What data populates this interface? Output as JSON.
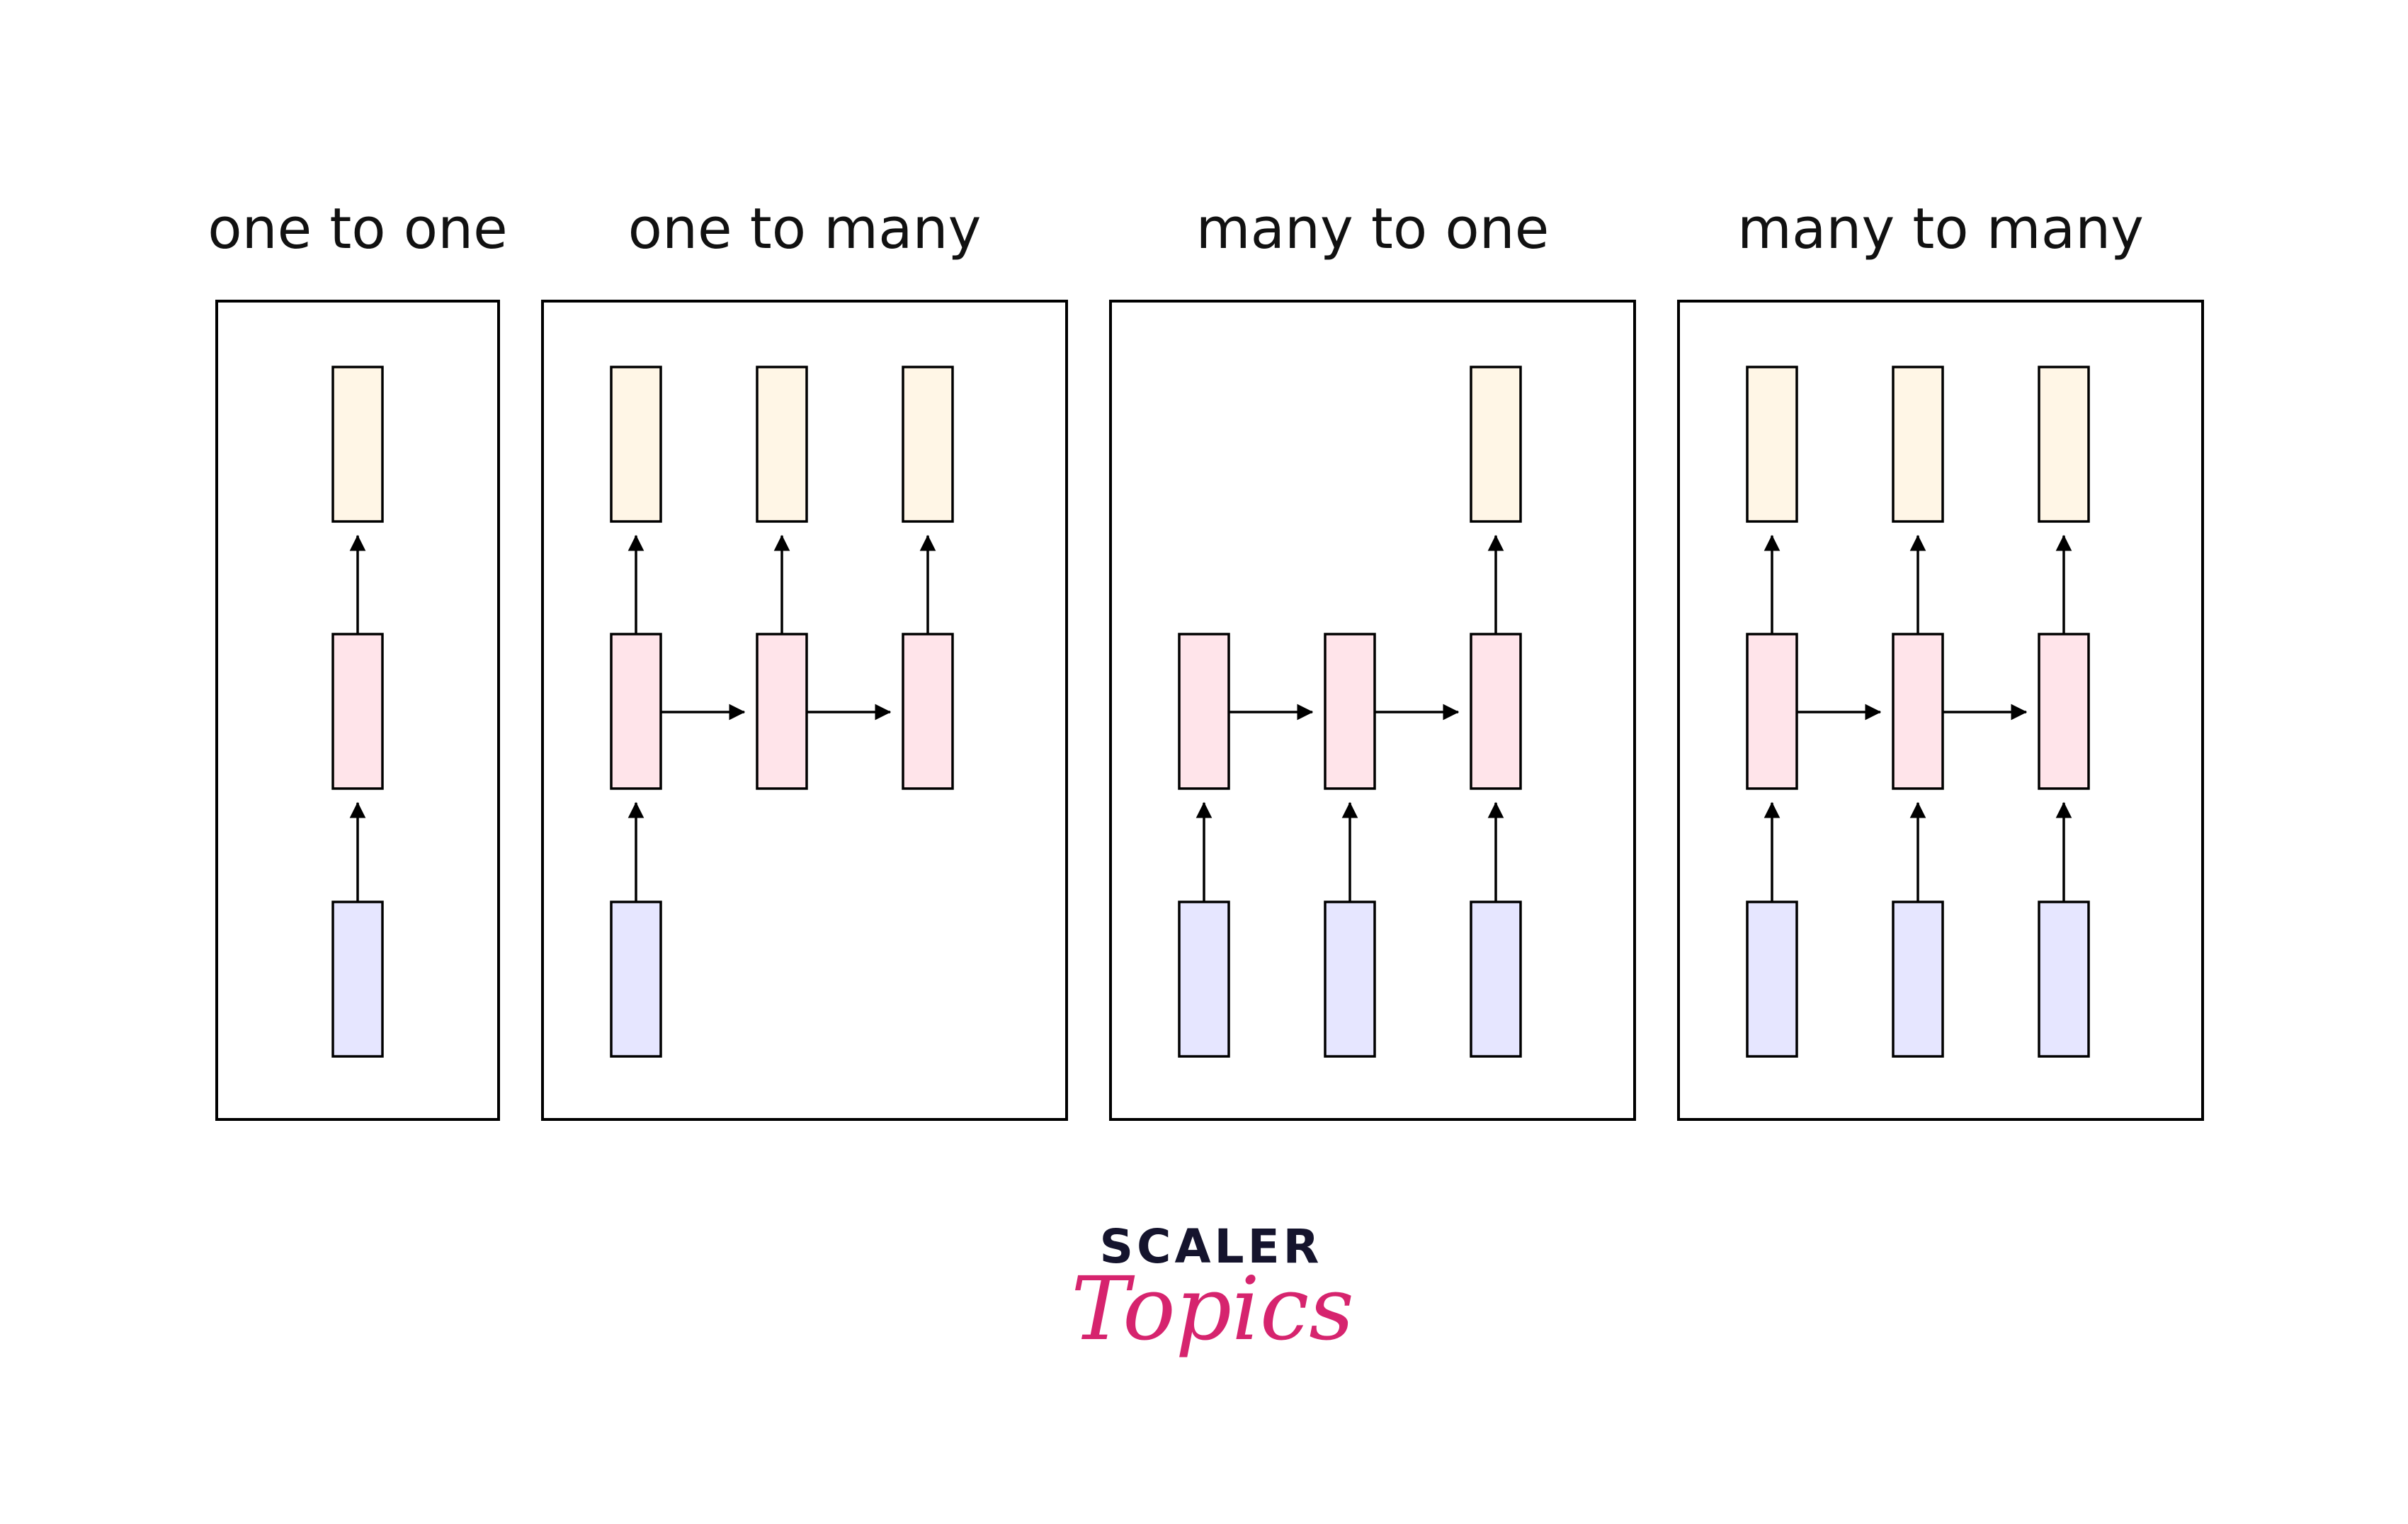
{
  "colors": {
    "output": "#fff6e6",
    "hidden": "#ffe4ea",
    "input": "#e6e6ff",
    "stroke": "#000000",
    "logo_dark": "#15142d",
    "logo_accent": "#d6246e"
  },
  "panels": [
    {
      "title": "one to one",
      "columns": [
        {
          "output": true,
          "hidden": true,
          "input": true
        }
      ],
      "recurrent_links": 0
    },
    {
      "title": "one to many",
      "columns": [
        {
          "output": true,
          "hidden": true,
          "input": true
        },
        {
          "output": true,
          "hidden": true,
          "input": false
        },
        {
          "output": true,
          "hidden": true,
          "input": false
        }
      ],
      "recurrent_links": 2
    },
    {
      "title": "many to one",
      "columns": [
        {
          "output": false,
          "hidden": true,
          "input": true
        },
        {
          "output": false,
          "hidden": true,
          "input": true
        },
        {
          "output": true,
          "hidden": true,
          "input": true
        }
      ],
      "recurrent_links": 2
    },
    {
      "title": "many to many",
      "columns": [
        {
          "output": true,
          "hidden": true,
          "input": true
        },
        {
          "output": true,
          "hidden": true,
          "input": true
        },
        {
          "output": true,
          "hidden": true,
          "input": true
        }
      ],
      "recurrent_links": 2
    }
  ],
  "logo": {
    "line1": "SCALER",
    "line2": "Topics"
  }
}
